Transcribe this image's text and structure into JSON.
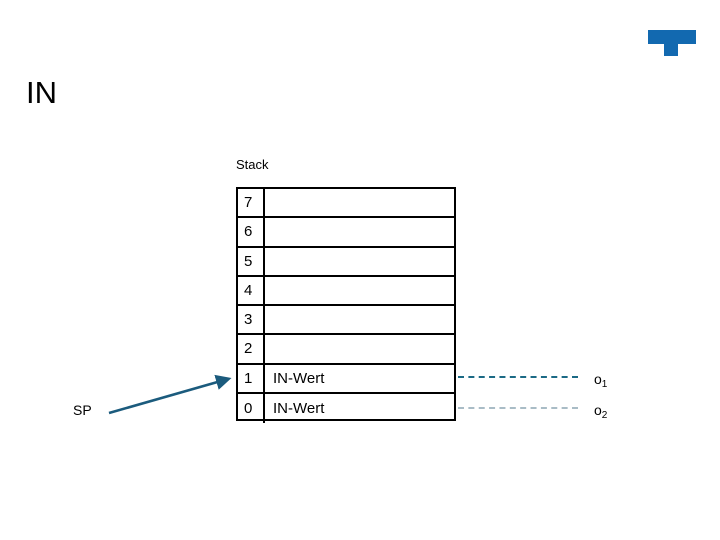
{
  "slide": {
    "title": "IN",
    "background_color": "#ffffff",
    "logo": {
      "name": "corporate-t-logo",
      "color": "#1269b0"
    }
  },
  "stack": {
    "caption": "Stack",
    "border_color": "#000000",
    "rows": [
      {
        "index": "7",
        "value": ""
      },
      {
        "index": "6",
        "value": ""
      },
      {
        "index": "5",
        "value": ""
      },
      {
        "index": "4",
        "value": ""
      },
      {
        "index": "3",
        "value": ""
      },
      {
        "index": "2",
        "value": ""
      },
      {
        "index": "1",
        "value": "IN-Wert"
      },
      {
        "index": "0",
        "value": "IN-Wert"
      }
    ]
  },
  "stack_pointer": {
    "label": "SP",
    "arrow_color": "#1b5b7d",
    "points_to_row_index": "1"
  },
  "connectors": [
    {
      "id": "o1",
      "label_base": "o",
      "label_sub": "1",
      "line_color": "#1b6a85",
      "from_row_index": "1"
    },
    {
      "id": "o2",
      "label_base": "o",
      "label_sub": "2",
      "line_color": "#a9bcc6",
      "from_row_index": "0"
    }
  ]
}
